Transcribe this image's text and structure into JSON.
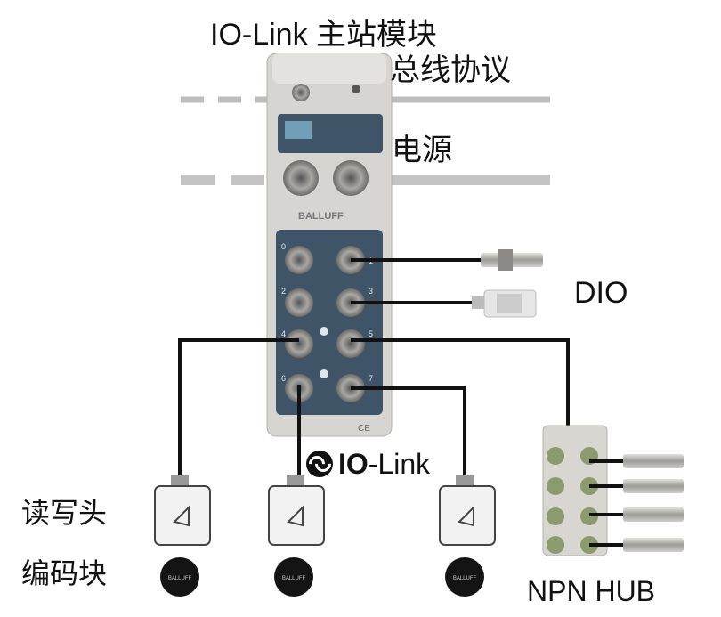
{
  "labels": {
    "title": "IO-Link 主站模块",
    "bus_protocol": "总线协议",
    "power": "电源",
    "dio": "DIO",
    "iolink_logo_bold": "IO",
    "iolink_logo_rest": "-Link",
    "read_write_head": "读写头",
    "encoder_block": "编码块",
    "npn_hub": "NPN HUB"
  },
  "module": {
    "brand": "BALLUFF",
    "port_numbers": [
      "0",
      "1",
      "2",
      "3",
      "4",
      "5",
      "6",
      "7"
    ],
    "ce_mark": "CE"
  },
  "encoder_brand": "BALLUFF",
  "colors": {
    "cable": "#111111",
    "protocol_line": "#bdbdbd",
    "module_body": "#d7d5d2",
    "module_panel": "#3f5567",
    "connector_metal": "#a8a7a3",
    "sensor_metal": "#9e9c98",
    "hub_body": "#d8d6d1",
    "hub_connector": "#8c9a6e"
  },
  "icons": [
    "iolink-logo-icon",
    "connector-icon",
    "proximity-sensor-icon",
    "rfid-reader-icon",
    "rfid-tag-icon"
  ]
}
